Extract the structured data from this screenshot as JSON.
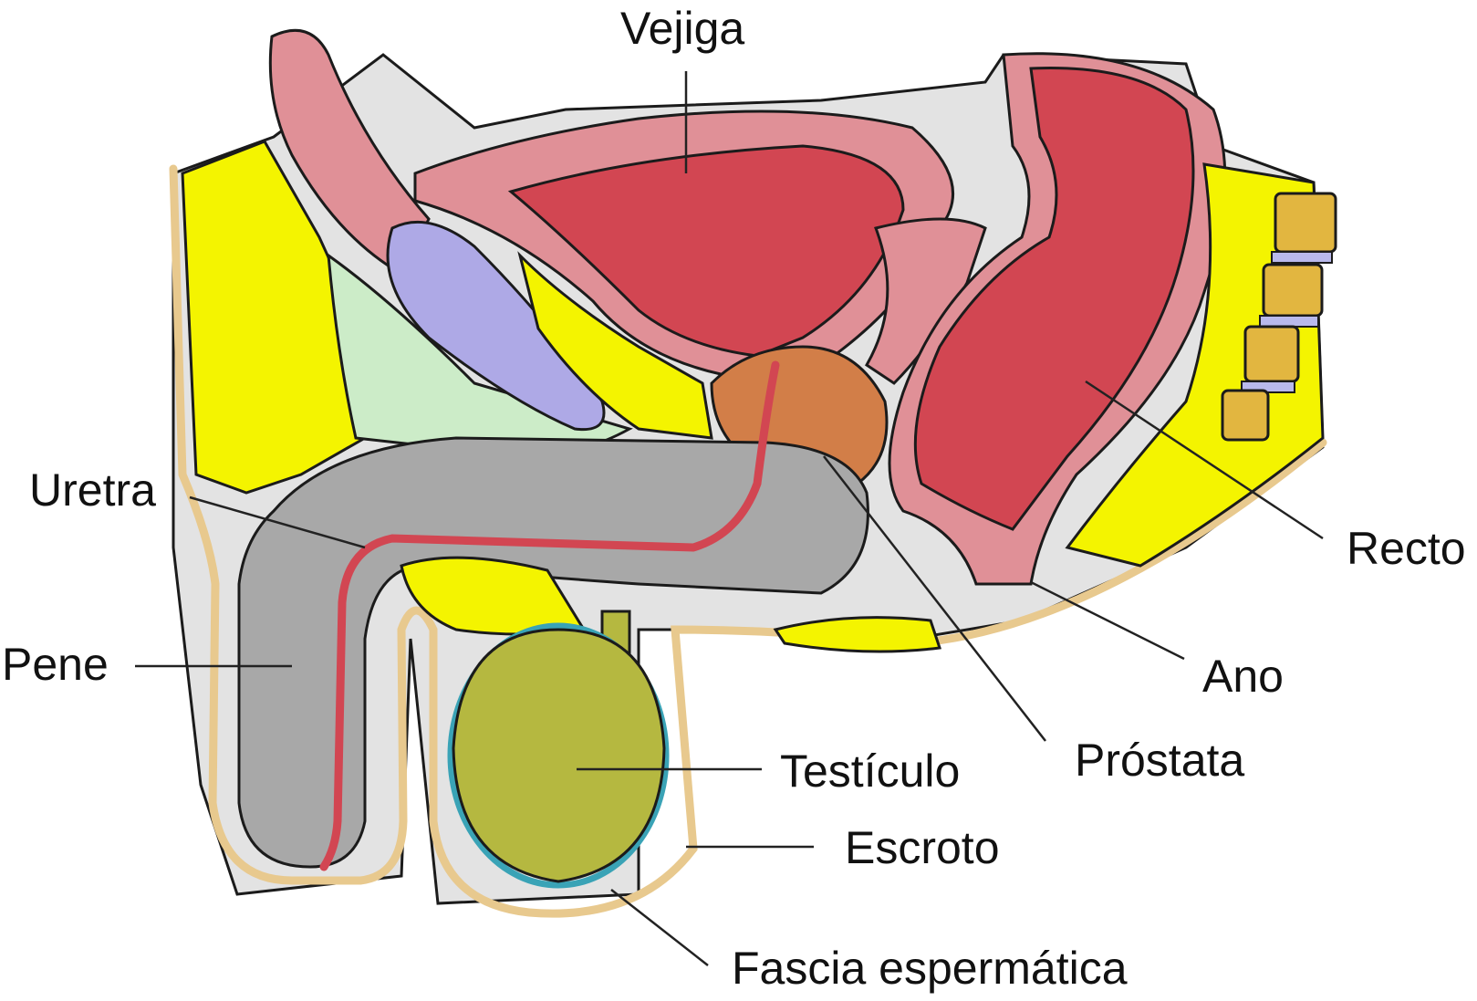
{
  "labels": {
    "vejiga": "Vejiga",
    "uretra": "Uretra",
    "pene": "Pene",
    "recto": "Recto",
    "ano": "Ano",
    "prostata": "Próstata",
    "testiculo": "Testículo",
    "escroto": "Escroto",
    "fascia": "Fascia espermática"
  },
  "colors": {
    "fat": "#f4f400",
    "bladder": "#d24652",
    "bladder_wall": "#e09097",
    "prostate": "#d27e48",
    "erectile": "#a8a8a8",
    "testis": "#b5b840",
    "fascia": "#3aa3b6",
    "skin": "#e8c98e",
    "pubic_bone": "#aea9e6",
    "ligament": "#ccecc8",
    "vertebra": "#e2b640",
    "disc": "#b9b9ec",
    "background_tissue": "#e3e3e3"
  }
}
